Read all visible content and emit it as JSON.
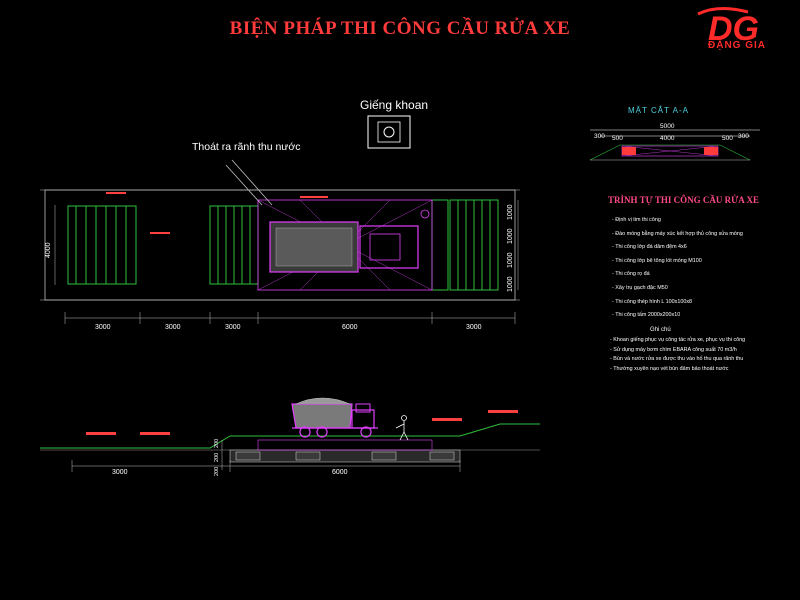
{
  "title": "BIỆN PHÁP THI CÔNG CẦU RỬA XE",
  "logo": {
    "initials": "DG",
    "name": "ĐẶNG GIA"
  },
  "plan": {
    "well_label": "Giếng khoan",
    "drain_label": "Thoát ra rãnh thu nước",
    "dims_bottom": [
      "3000",
      "3000",
      "3000",
      "6000",
      "3000"
    ],
    "dims_left": "4000",
    "dims_right": [
      "1000",
      "1000",
      "1000",
      "1000"
    ]
  },
  "section_aa": {
    "title": "MẶT CẮT A-A",
    "dims_top": [
      "5000",
      "4000",
      "500",
      "500"
    ],
    "dims_side": [
      "300",
      "300"
    ]
  },
  "sequence": {
    "title": "TRÌNH TỰ THI CÔNG CẦU RỬA XE",
    "steps": [
      "- Định vị tim thi công",
      "- Đào móng bằng máy xúc kết hợp thủ công sửa móng",
      "- Thi công lớp đá dăm đệm 4x6",
      "- Thi công lớp bê tông lót móng M100",
      "- Thi công rọ đá",
      "- Xây trụ gạch đặc M50",
      "- Thi công thép hình L 100x100x8",
      "- Thi công tấm 2000x200x10"
    ]
  },
  "notes": {
    "title": "Ghi chú",
    "items": [
      "- Khoan giếng phục vụ công tác rửa xe, phục vụ thi công",
      "- Sử dụng máy bơm chìm EBARA công suất 70 m3/h",
      "- Bùn và nước rửa xe được thu vào hố thu qua rãnh thu",
      "- Thường xuyên nạo vét bùn đảm bảo thoát nước"
    ]
  },
  "elevation": {
    "dims_bottom": [
      "3000",
      "6000"
    ],
    "dims_side": [
      "200",
      "200",
      "200"
    ]
  },
  "colors": {
    "background": "#000000",
    "title": "#ff3b3b",
    "logo": "#ff2a2a",
    "plate": "#2fbf3a",
    "truck": "#e040fb",
    "dimension": "#ffffff",
    "section_title": "#4fd0e0",
    "sequence_title": "#ff4a8a"
  }
}
